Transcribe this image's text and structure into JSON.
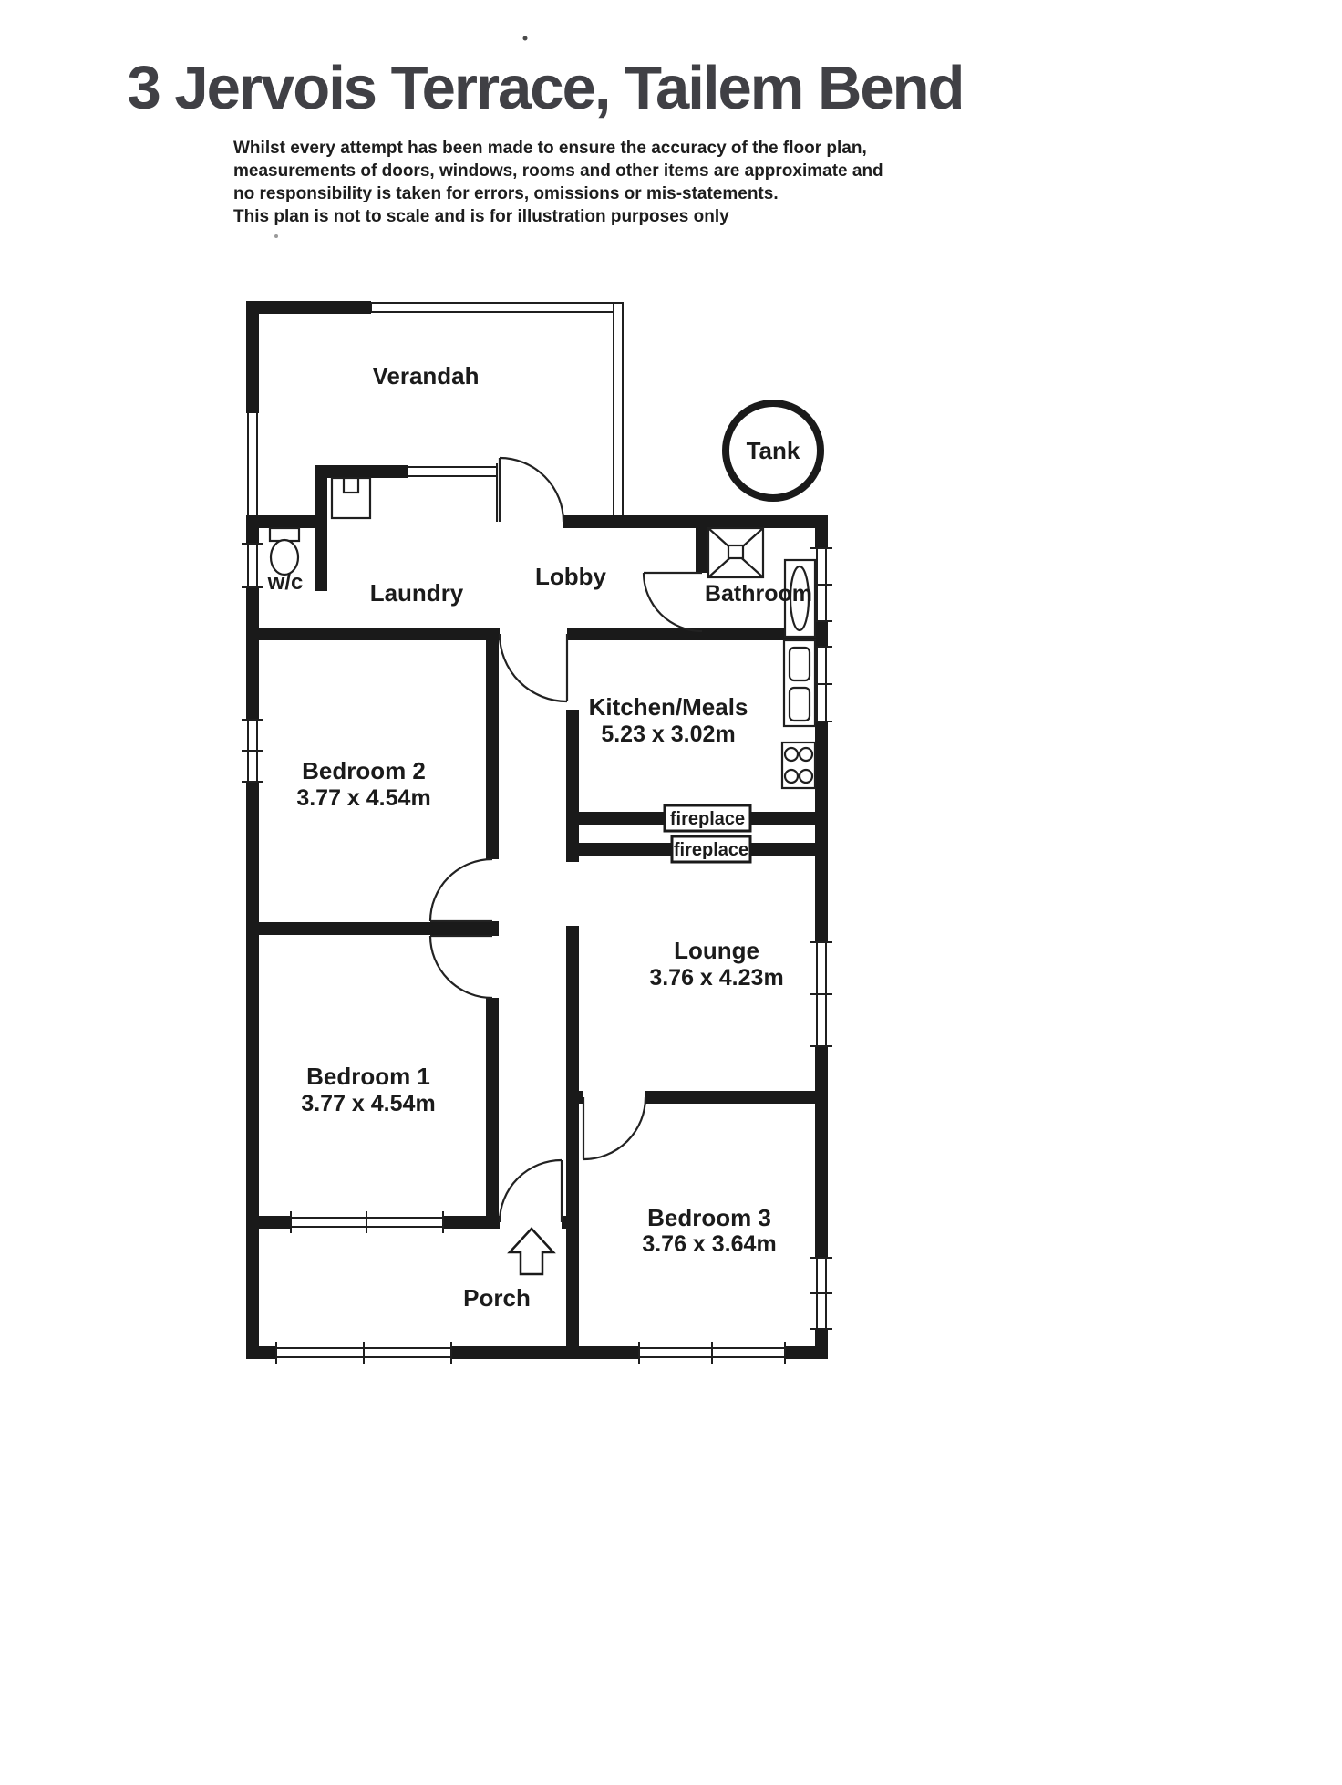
{
  "page": {
    "title": "3 Jervois Terrace, Tailem Bend",
    "disclaimer_lines": [
      "Whilst every attempt has been made to ensure the accuracy of the floor plan,",
      "measurements of doors, windows, rooms and other items are approximate and",
      "no responsibility is taken for errors, omissions or mis-statements.",
      "This plan is not to scale and is for illustration purposes only"
    ]
  },
  "rooms": {
    "verandah": {
      "label": "Verandah"
    },
    "tank": {
      "label": "Tank"
    },
    "wc": {
      "label": "w/c"
    },
    "laundry": {
      "label": "Laundry"
    },
    "lobby": {
      "label": "Lobby"
    },
    "bathroom": {
      "label": "Bathroom"
    },
    "kitchen_meals": {
      "label": "Kitchen/Meals",
      "dimensions": "5.23 x 3.02m"
    },
    "bedroom2": {
      "label": "Bedroom 2",
      "dimensions": "3.77 x 4.54m"
    },
    "fireplace_kitchen": {
      "label": "fireplace"
    },
    "fireplace_lounge": {
      "label": "fireplace"
    },
    "lounge": {
      "label": "Lounge",
      "dimensions": "3.76 x 4.23m"
    },
    "bedroom1": {
      "label": "Bedroom 1",
      "dimensions": "3.77 x 4.54m"
    },
    "bedroom3": {
      "label": "Bedroom 3",
      "dimensions": "3.76 x 3.64m"
    },
    "porch": {
      "label": "Porch"
    }
  },
  "colors": {
    "wall": "#1a1a1a",
    "label_text": "#1b1b1b",
    "title_text": "#404045",
    "background": "#ffffff"
  }
}
